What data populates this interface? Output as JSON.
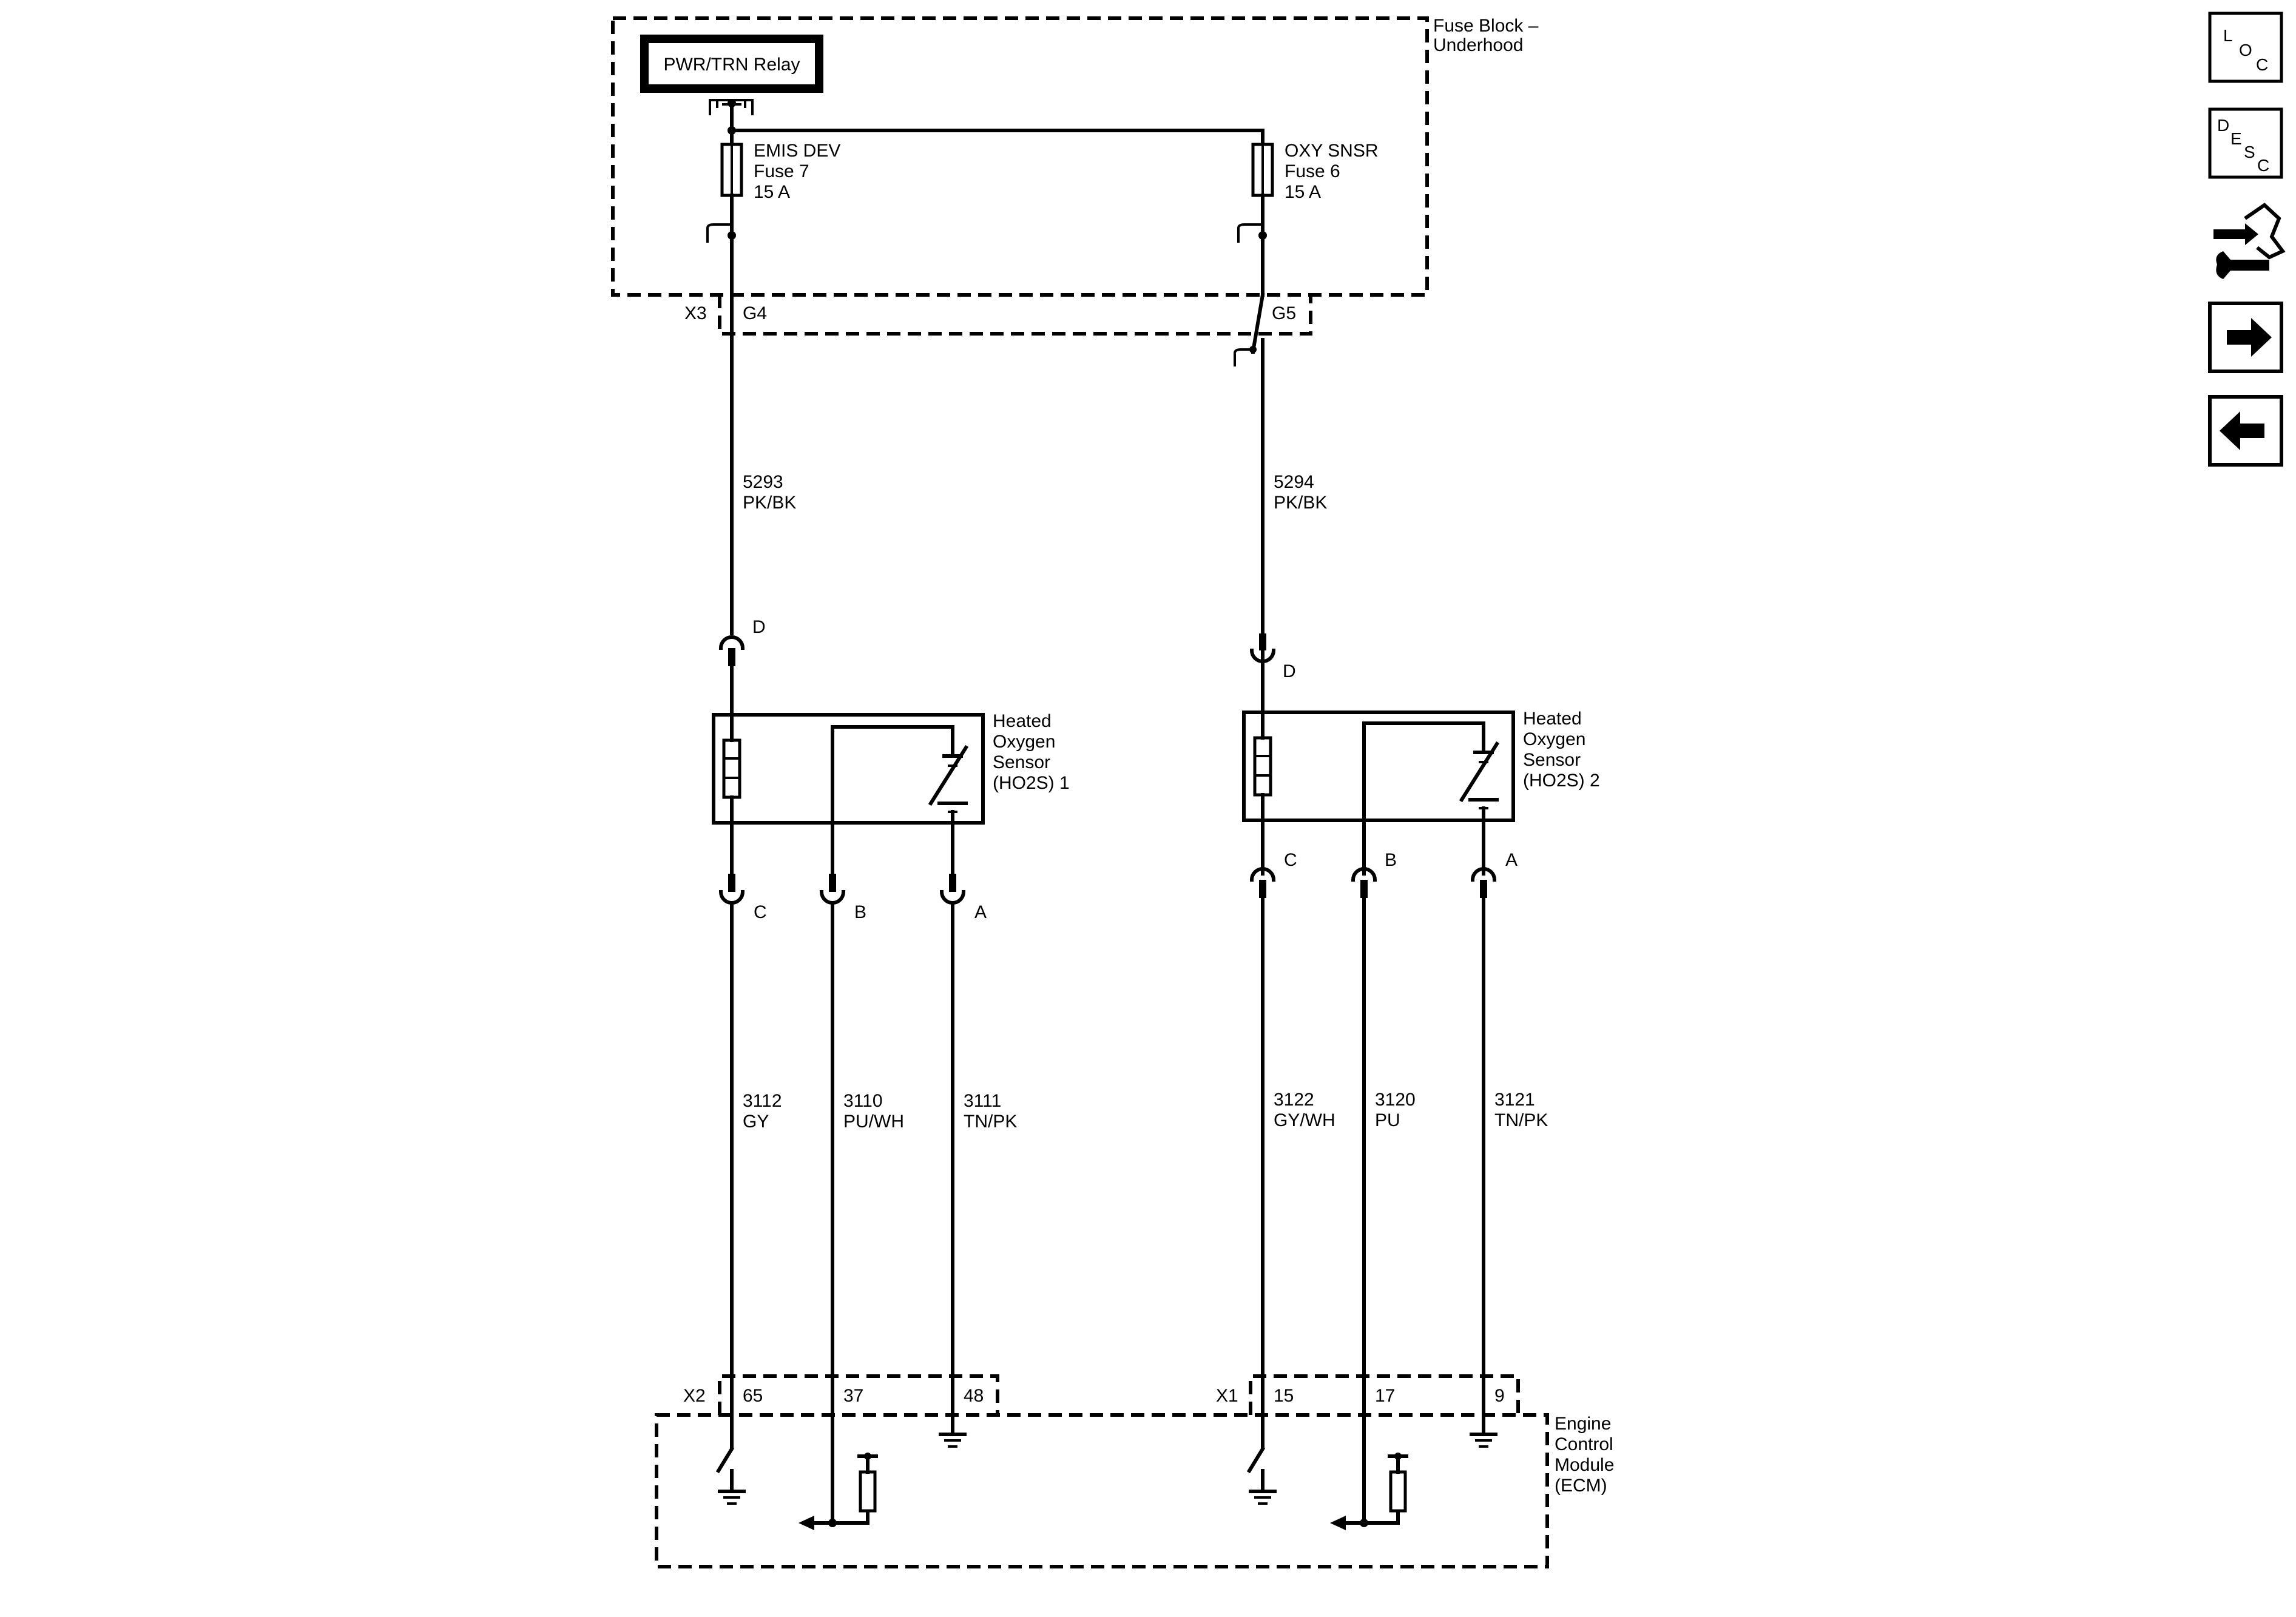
{
  "fuse_block": {
    "title": [
      "Fuse Block –",
      "Underhood"
    ],
    "relay": "PWR/TRN Relay",
    "fuse_left": [
      "EMIS DEV",
      "Fuse 7",
      "15 A"
    ],
    "fuse_right": [
      "OXY SNSR",
      "Fuse 6",
      "15 A"
    ],
    "connector": "X3",
    "pin_left": "G4",
    "pin_right": "G5"
  },
  "wires_top": {
    "left": {
      "circuit": "5293",
      "color": "PK/BK"
    },
    "right": {
      "circuit": "5294",
      "color": "PK/BK"
    }
  },
  "sensor1": {
    "label": [
      "Heated",
      "Oxygen",
      "Sensor",
      "(HO2S) 1"
    ],
    "pin_top": "D",
    "pin_c": "C",
    "pin_b": "B",
    "pin_a": "A"
  },
  "sensor2": {
    "label": [
      "Heated",
      "Oxygen",
      "Sensor",
      "(HO2S) 2"
    ],
    "pin_top": "D",
    "pin_c": "C",
    "pin_b": "B",
    "pin_a": "A"
  },
  "wires_bottom": {
    "s1c": {
      "circuit": "3112",
      "color": "GY"
    },
    "s1b": {
      "circuit": "3110",
      "color": "PU/WH"
    },
    "s1a": {
      "circuit": "3111",
      "color": "TN/PK"
    },
    "s2c": {
      "circuit": "3122",
      "color": "GY/WH"
    },
    "s2b": {
      "circuit": "3120",
      "color": "PU"
    },
    "s2a": {
      "circuit": "3121",
      "color": "TN/PK"
    }
  },
  "ecm": {
    "label": [
      "Engine",
      "Control",
      "Module",
      "(ECM)"
    ],
    "conn_left": "X2",
    "pins_left": [
      "65",
      "37",
      "48"
    ],
    "conn_right": "X1",
    "pins_right": [
      "15",
      "17",
      "9"
    ]
  },
  "nav": {
    "loc": [
      "L",
      "O",
      "C"
    ],
    "desc": [
      "D",
      "E",
      "S",
      "C"
    ],
    "icons": [
      "connector-wrench-icon",
      "arrow-right-icon",
      "arrow-left-icon"
    ]
  }
}
